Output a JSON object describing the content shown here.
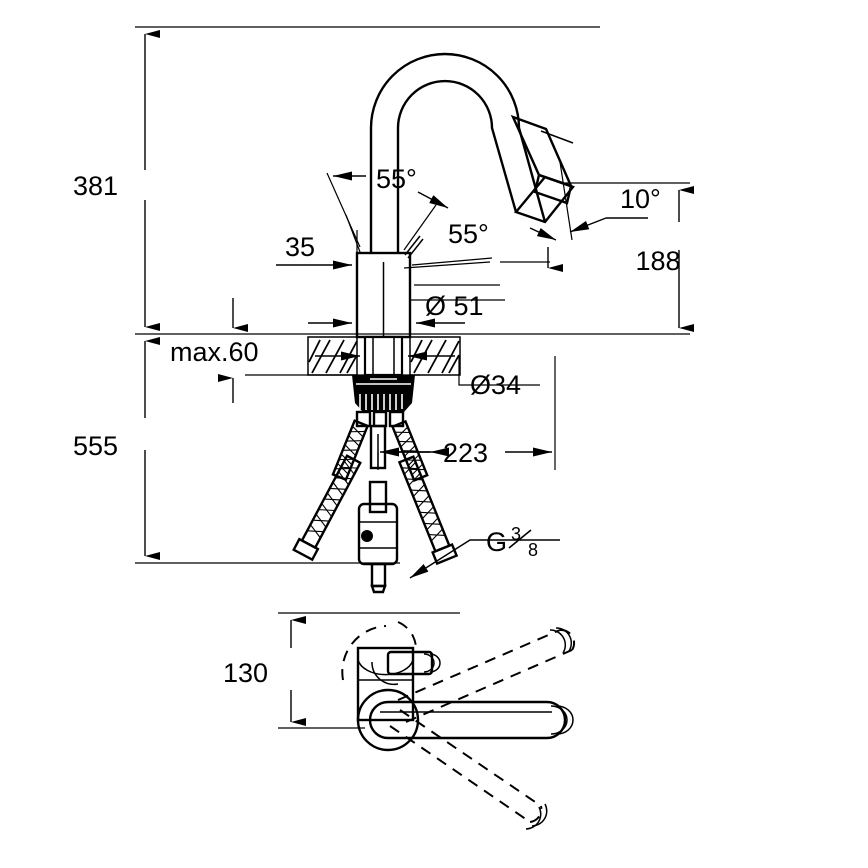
{
  "drawing": {
    "title": "Kitchen pull-down mixer tap dimensional drawing",
    "units": "mm",
    "background_color": "#ffffff",
    "line_color": "#000000"
  },
  "dimensions": {
    "height_overall": "381",
    "below_counter": "555",
    "spout_height": "188",
    "reach": "223",
    "handle_clearance": "130",
    "offset_35": "35",
    "counter_max": "max.60",
    "body_diameter": "Ø 51",
    "hole_diameter": "Ø34",
    "angle_left": "55°",
    "angle_right": "55°",
    "angle_spout": "10°"
  },
  "labels": {
    "thread_prefix": "G",
    "thread_numerator": "3",
    "thread_denominator": "8",
    "thread_full": "G 3/8"
  },
  "views": {
    "front_elevation": "front-elevation-view",
    "top_plan": "top-plan-view"
  }
}
